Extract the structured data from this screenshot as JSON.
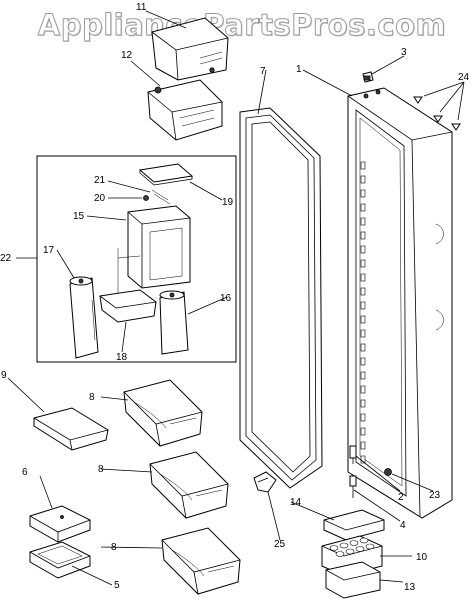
{
  "watermark": "AppliancePartsPros.com",
  "callouts": {
    "c1": "1",
    "c2": "2",
    "c3": "3",
    "c4": "4",
    "c5": "5",
    "c6": "6",
    "c7": "7",
    "c8a": "8",
    "c8b": "8",
    "c8c": "8",
    "c9": "9",
    "c10": "10",
    "c11": "11",
    "c12": "12",
    "c13": "13",
    "c14": "14",
    "c15": "15",
    "c16": "16",
    "c17": "17",
    "c18": "18",
    "c19": "19",
    "c20": "20",
    "c21": "21",
    "c22": "22",
    "c23": "23",
    "c24": "24",
    "c25": "25"
  }
}
